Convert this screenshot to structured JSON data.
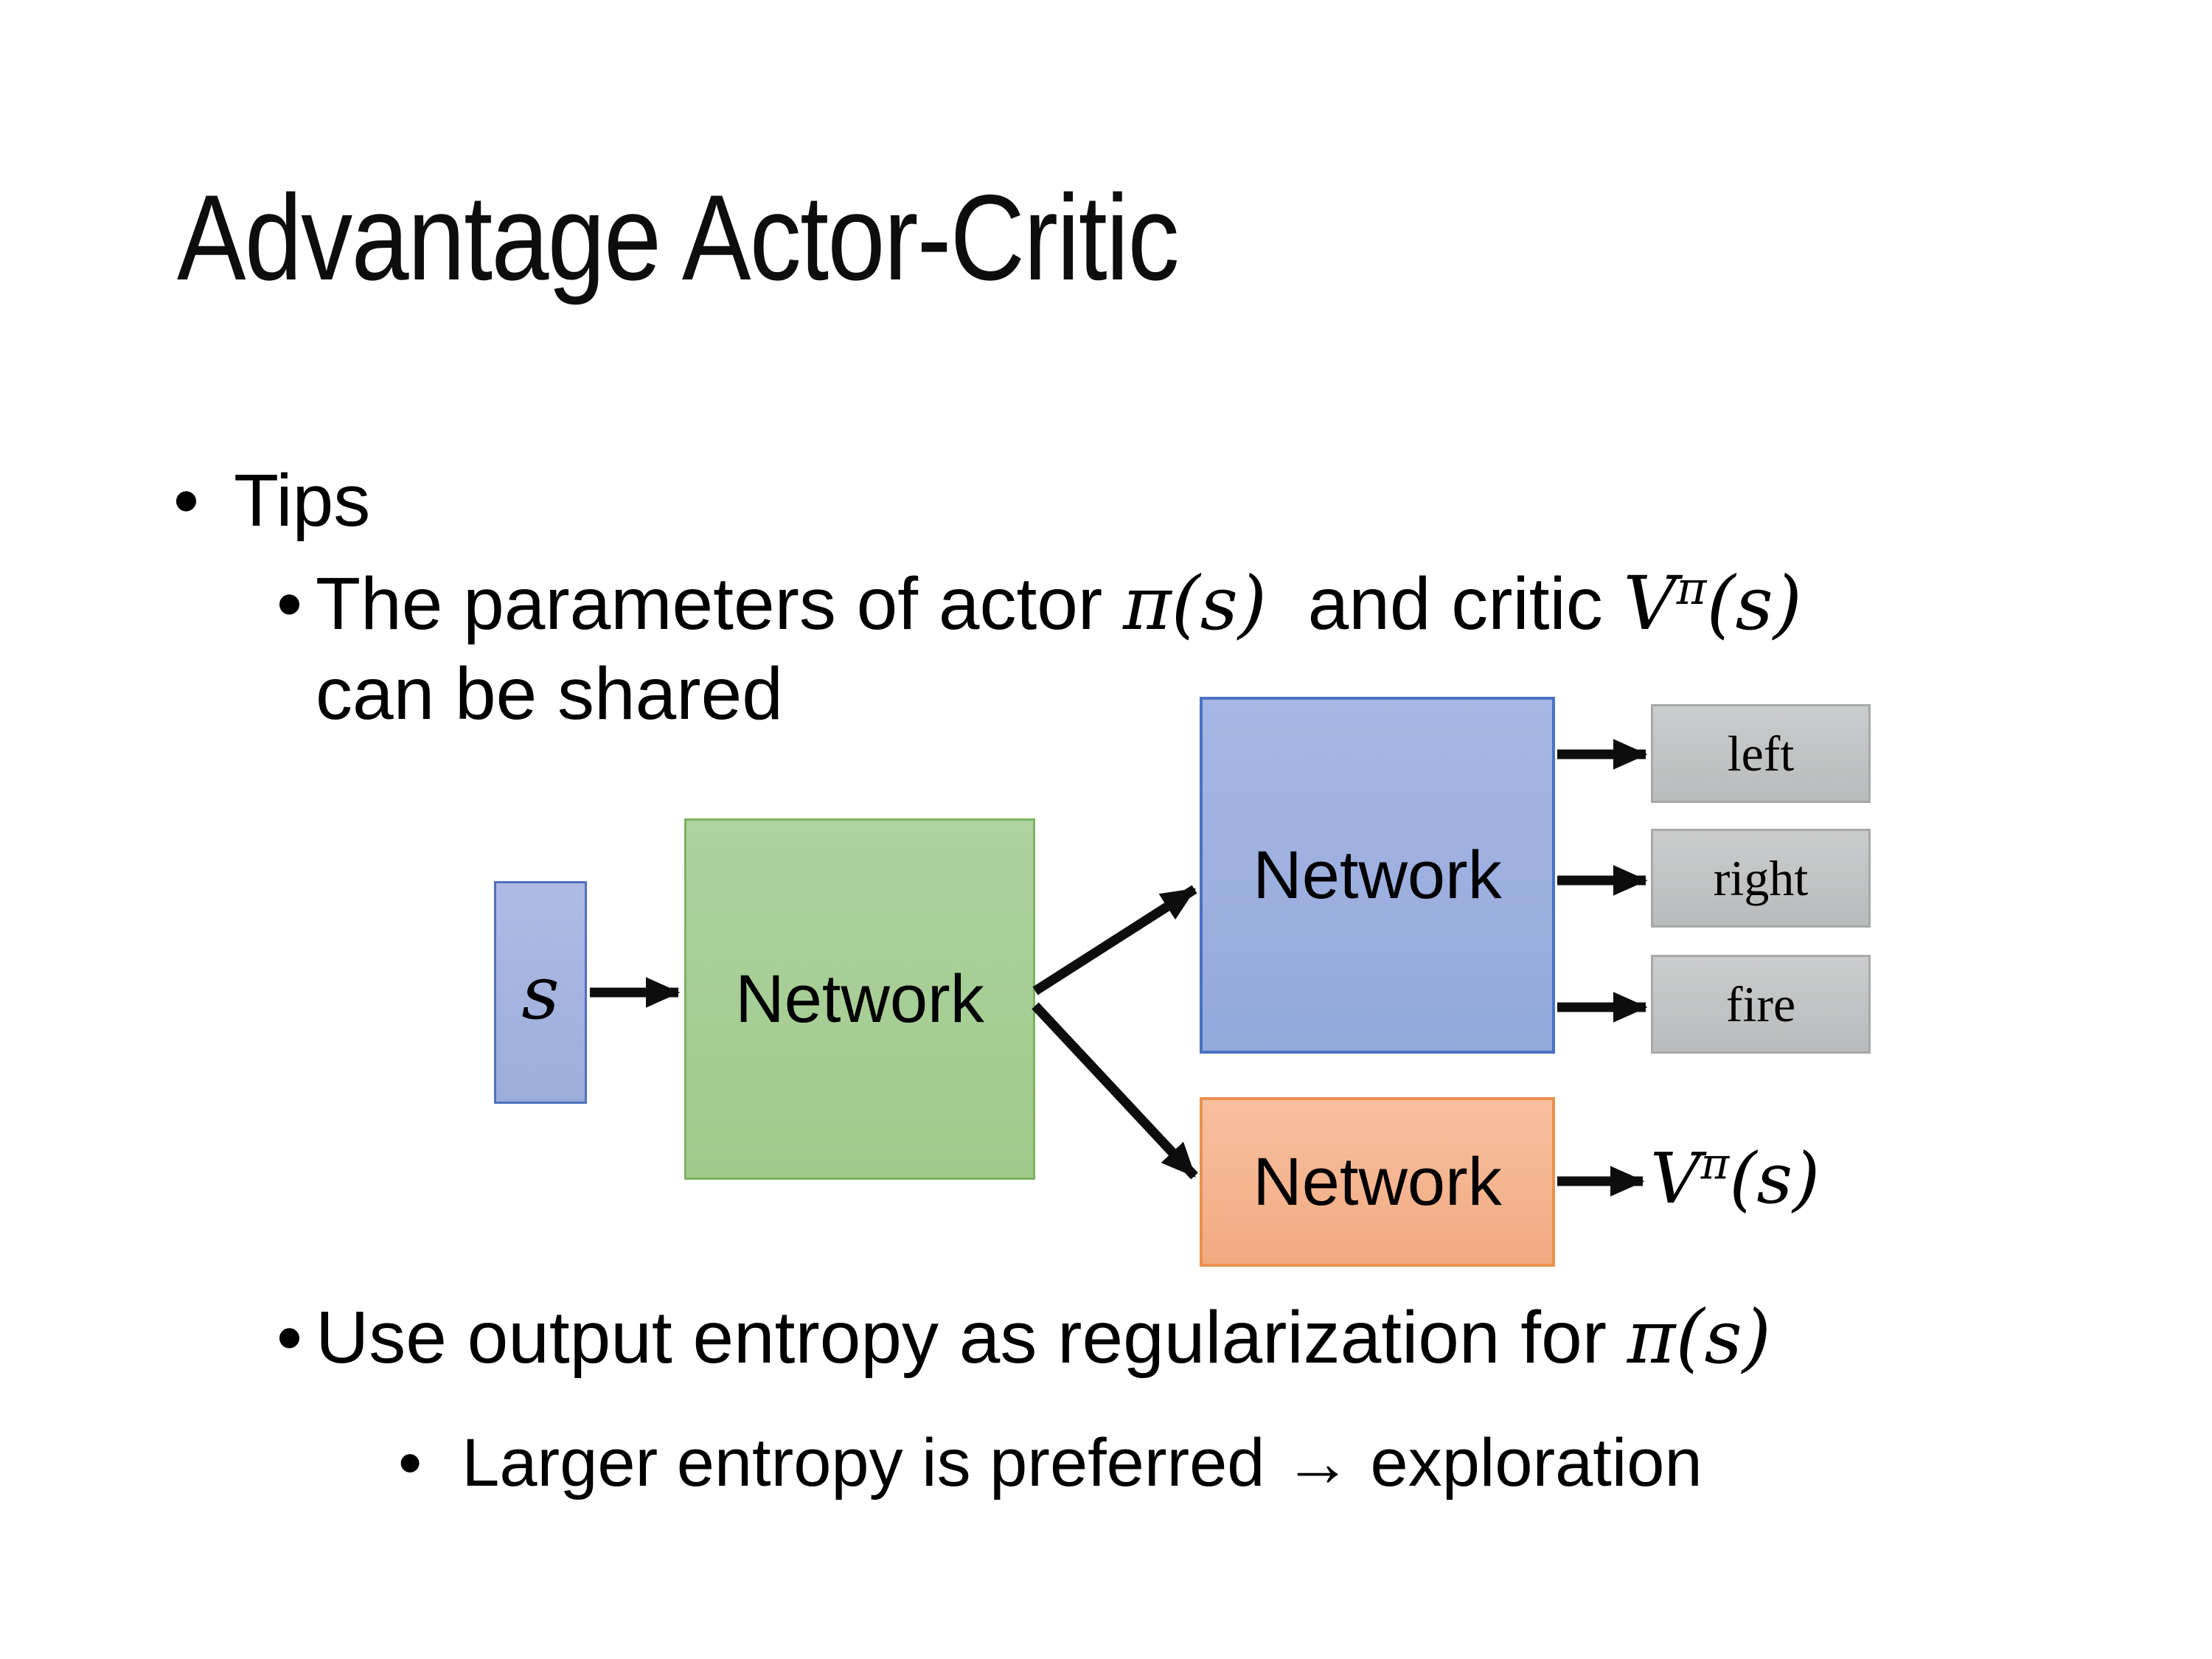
{
  "colors": {
    "background": "#ffffff",
    "text": "#000000",
    "arrow": "#0d0d0d",
    "state_fill_top": "#aebbe5",
    "state_fill_bottom": "#9baed9",
    "state_border": "#4e70be",
    "shared_fill_top": "#aed2a0",
    "shared_fill_bottom": "#a0ca8c",
    "shared_border": "#7cb260",
    "actor_fill_top": "#a7b7e4",
    "actor_fill_bottom": "#93a9db",
    "actor_border": "#4a72c4",
    "critic_fill_top": "#f7c09f",
    "critic_fill_bottom": "#f2aa82",
    "critic_border": "#e8914f",
    "action_fill_top": "#cbcccd",
    "action_fill_bottom": "#b9bbbc",
    "action_border": "#a6a8a9"
  },
  "title": "Advantage Actor-Critic",
  "bullets": {
    "glyph": "•",
    "tips": "Tips",
    "shared": {
      "pre": "The parameters of actor ",
      "actor_math": "π(s)",
      "mid": "  and critic ",
      "critic_base": "V",
      "critic_sup": "π",
      "critic_args": "(s)",
      "line2": "can be shared"
    },
    "entropy": {
      "pre": "Use output entropy as regularization for ",
      "math": "π(s)"
    },
    "exploration": "Larger entropy is preferred → exploration"
  },
  "diagram": {
    "state_label": "s",
    "shared_network_label": "Network",
    "actor_network_label": "Network",
    "critic_network_label": "Network",
    "actions": [
      "left",
      "right",
      "fire"
    ],
    "value_output": {
      "base": "V",
      "sup": "π",
      "args": "(s)"
    }
  }
}
